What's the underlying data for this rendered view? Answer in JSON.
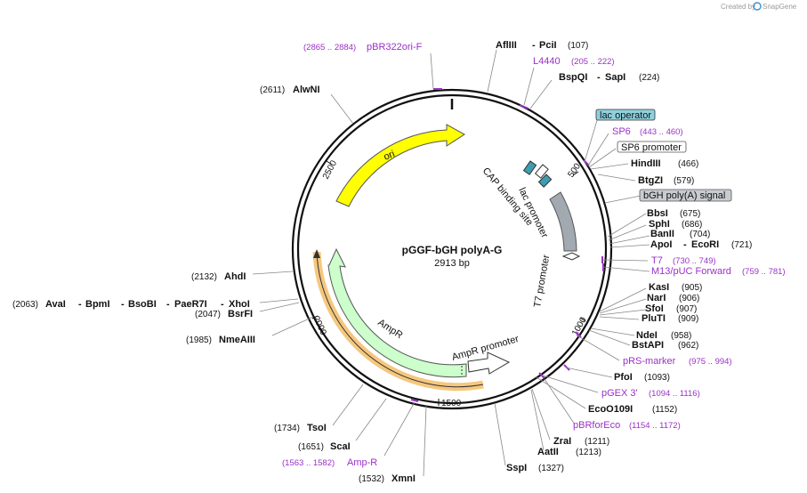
{
  "credit": "Created by",
  "brand": "SnapGene",
  "plasmid": {
    "name": "pGGF-bGH polyA-G",
    "size": "2913 bp"
  },
  "ticks": [
    "500",
    "1000",
    "1500",
    "2000",
    "2500"
  ],
  "features": {
    "ori": "ori",
    "ampr": "AmpR",
    "ampr_promoter": "AmpR promoter",
    "cap": "CAP binding site",
    "lac_promoter": "lac promoter",
    "t7_promoter": "T7 promoter"
  },
  "boxes": {
    "lac_operator": "lac operator",
    "sp6_promoter": "SP6 promoter",
    "bgh": "bGH poly(A) signal"
  },
  "primers": {
    "pbr322ori": {
      "range": "(2865 .. 2884)",
      "name": "pBR322ori-F"
    },
    "l4440": {
      "name": "L4440",
      "range": "(205 .. 222)"
    },
    "sp6": {
      "name": "SP6",
      "range": "(443 .. 460)"
    },
    "t7": {
      "name": "T7",
      "range": "(730 .. 749)"
    },
    "m13": {
      "name": "M13/pUC Forward",
      "range": "(759 .. 781)"
    },
    "prs": {
      "name": "pRS-marker",
      "range": "(975 .. 994)"
    },
    "pgex": {
      "name": "pGEX 3'",
      "range": "(1094 .. 1116)"
    },
    "pbrfor": {
      "name": "pBRforEco",
      "range": "(1154 .. 1172)"
    },
    "ampr": {
      "range": "(1563 .. 1582)",
      "name": "Amp-R"
    }
  },
  "enzymes": {
    "afliii": {
      "name": "AflIII",
      "sep": "-",
      "name2": "PciI",
      "pos": "(107)"
    },
    "bspqi": {
      "name": "BspQI",
      "sep": "-",
      "name2": "SapI",
      "pos": "(224)"
    },
    "hindiii": {
      "name": "HindIII",
      "pos": "(466)"
    },
    "btgzi": {
      "name": "BtgZI",
      "pos": "(579)"
    },
    "bbsi": {
      "name": "BbsI",
      "pos": "(675)"
    },
    "sphi": {
      "name": "SphI",
      "pos": "(686)"
    },
    "banii": {
      "name": "BanII",
      "pos": "(704)"
    },
    "apoi": {
      "name": "ApoI",
      "sep": "-",
      "name2": "EcoRI",
      "pos": "(721)"
    },
    "kasi": {
      "name": "KasI",
      "pos": "(905)"
    },
    "nari": {
      "name": "NarI",
      "pos": "(906)"
    },
    "sfoi": {
      "name": "SfoI",
      "pos": "(907)"
    },
    "pluti": {
      "name": "PluTI",
      "pos": "(909)"
    },
    "ndei": {
      "name": "NdeI",
      "pos": "(958)"
    },
    "bstapi": {
      "name": "BstAPI",
      "pos": "(962)"
    },
    "pfoi": {
      "name": "PfoI",
      "pos": "(1093)"
    },
    "ecoo109i": {
      "name": "EcoO109I",
      "pos": "(1152)"
    },
    "zrai": {
      "name": "ZraI",
      "pos": "(1211)"
    },
    "aatii": {
      "name": "AatII",
      "pos": "(1213)"
    },
    "sspi": {
      "name": "SspI",
      "pos": "(1327)"
    },
    "xmni": {
      "pos": "(1532)",
      "name": "XmnI"
    },
    "scai": {
      "pos": "(1651)",
      "name": "ScaI"
    },
    "tsoi": {
      "pos": "(1734)",
      "name": "TsoI"
    },
    "nmeaiii": {
      "pos": "(1985)",
      "name": "NmeAIII"
    },
    "bsrfi": {
      "pos": "(2047)",
      "name": "BsrFI"
    },
    "avai": {
      "pos": "(2063)",
      "name": "AvaI",
      "sep1": "-",
      "name2": "BpmI",
      "sep2": "-",
      "name3": "BsoBI",
      "sep3": "-",
      "name4": "PaeR7I",
      "sep4": "-",
      "name5": "XhoI"
    },
    "ahdi": {
      "pos": "(2132)",
      "name": "AhdI"
    },
    "alwni": {
      "pos": "(2611)",
      "name": "AlwNI"
    }
  },
  "colors": {
    "ori": "#ffff00",
    "ampr": "#ccffcc",
    "ampr_halo": "#f5c77e",
    "promoter": "#ffffff",
    "bgh": "#a3a9b0",
    "lac_operator": "#3e9db1",
    "primer": "#9b30c8",
    "sp6_brand": "#f0a000"
  }
}
